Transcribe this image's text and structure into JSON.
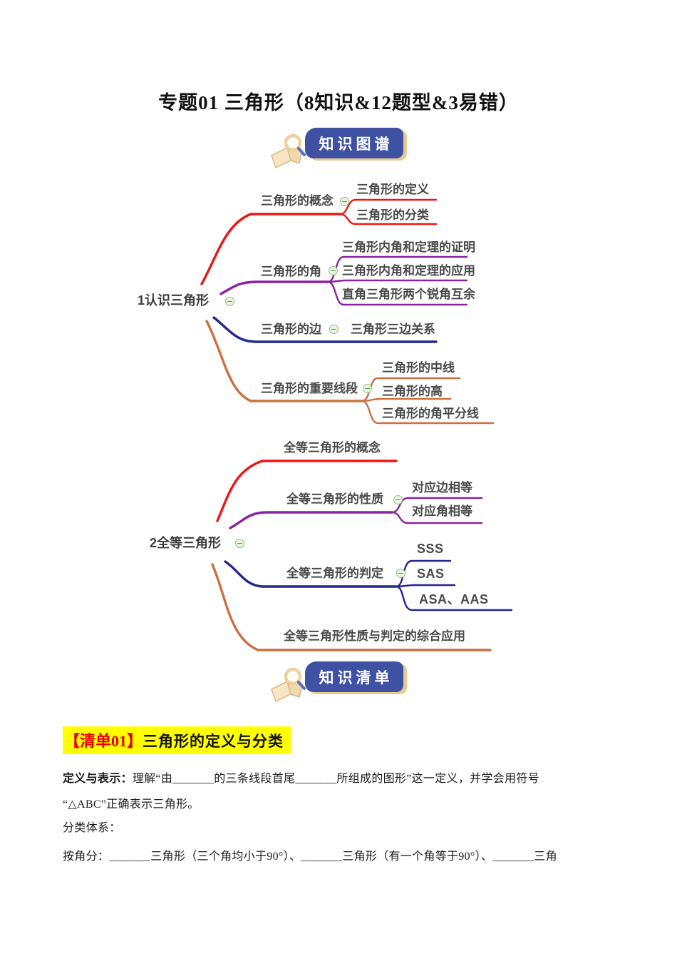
{
  "title": "专题01 三角形（8知识&12题型&3易错）",
  "badge_map": {
    "label": "知识图谱"
  },
  "badge_list": {
    "label": "知识清单"
  },
  "mindmap": {
    "root1": {
      "label": "1认识三角形",
      "branches": [
        {
          "label": "三角形的概念",
          "color_key": "branch_red",
          "children": [
            "三角形的定义",
            "三角形的分类"
          ]
        },
        {
          "label": "三角形的角",
          "color_key": "branch_purple",
          "children": [
            "三角形内角和定理的证明",
            "三角形内角和定理的应用",
            "直角三角形两个锐角互余"
          ]
        },
        {
          "label": "三角形的边",
          "color_key": "branch_blue",
          "children": [
            "三角形三边关系"
          ]
        },
        {
          "label": "三角形的重要线段",
          "color_key": "branch_orange",
          "children": [
            "三角形的中线",
            "三角形的高",
            "三角形的角平分线"
          ]
        }
      ]
    },
    "root2": {
      "label": "2全等三角形",
      "branches": [
        {
          "label": "全等三角形的概念",
          "color_key": "branch_red",
          "children": []
        },
        {
          "label": "全等三角形的性质",
          "color_key": "branch_purple",
          "children": [
            "对应边相等",
            "对应角相等"
          ]
        },
        {
          "label": "全等三角形的判定",
          "color_key": "branch_blue",
          "children": [
            "SSS",
            "SAS",
            "ASA、AAS"
          ]
        },
        {
          "label": "全等三角形性质与判定的综合应用",
          "color_key": "branch_orange",
          "children": []
        }
      ]
    }
  },
  "listing": {
    "tag": "【清单01】",
    "title": "三角形的定义与分类"
  },
  "body": {
    "line1_label": "定义与表示：",
    "line1_text": "理解“由_______的三条线段首尾_______所组成的图形”这一定义，并学会用符号",
    "line2": "“△ABC”正确表示三角形。",
    "line3": "分类体系：",
    "line4": "按角分：_______三角形（三个角均小于90°）、_______三角形（有一个角等于90°）、_______三角"
  },
  "colors": {
    "badge_blue": "#3e51a3",
    "badge_shadow": "#e9c98e",
    "branch_red": "#ee1515",
    "branch_purple": "#8b22a2",
    "branch_blue": "#22268e",
    "branch_orange": "#c9713f",
    "node_text": "#4a4a4c",
    "highlight_yellow": "#ffff00",
    "tag_red": "#e60000"
  }
}
